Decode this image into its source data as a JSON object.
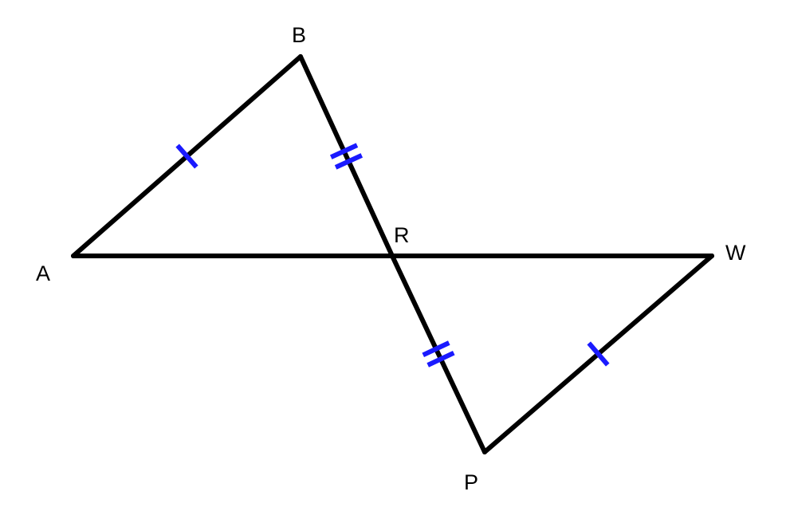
{
  "diagram": {
    "colors": {
      "line": "#000000",
      "tick": "#1a1aff",
      "background": "#ffffff"
    },
    "points": {
      "A": {
        "label": "A"
      },
      "B": {
        "label": "B"
      },
      "R": {
        "label": "R"
      },
      "W": {
        "label": "W"
      },
      "P": {
        "label": "P"
      }
    },
    "segments": [
      {
        "from": "A",
        "to": "B",
        "ticks": 1
      },
      {
        "from": "B",
        "to": "R",
        "ticks": 2
      },
      {
        "from": "R",
        "to": "P",
        "ticks": 2
      },
      {
        "from": "P",
        "to": "W",
        "ticks": 1
      },
      {
        "from": "A",
        "to": "W",
        "ticks": 0
      }
    ]
  }
}
